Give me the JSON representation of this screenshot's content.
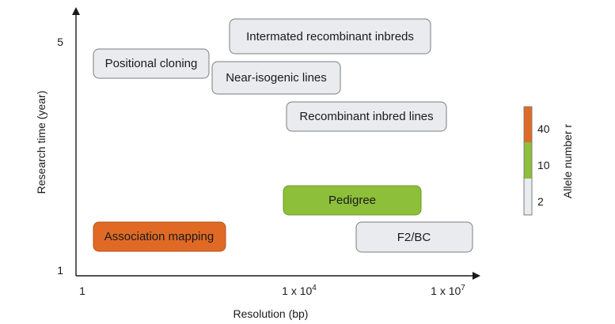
{
  "diagram": {
    "y_axis": {
      "title": "Research time (year)",
      "ticks": [
        {
          "label": "5",
          "value": 5
        },
        {
          "label": "1",
          "value": 1
        }
      ]
    },
    "x_axis": {
      "title": "Resolution (bp)",
      "ticks": [
        {
          "base": "1",
          "exp": "",
          "log10": 0
        },
        {
          "base": "1 x 10",
          "exp": "4",
          "log10": 4
        },
        {
          "base": "1 x 10",
          "exp": "7",
          "log10": 7
        }
      ]
    },
    "boxes": [
      {
        "id": "intermated-recombinant-inbreds",
        "label": "Intermated recombinant inbreds",
        "allele": "2"
      },
      {
        "id": "positional-cloning",
        "label": "Positional cloning",
        "allele": "2"
      },
      {
        "id": "near-isogenic-lines",
        "label": "Near-isogenic lines",
        "allele": "2"
      },
      {
        "id": "recombinant-inbred-lines",
        "label": "Recombinant inbred lines",
        "allele": "2"
      },
      {
        "id": "pedigree",
        "label": "Pedigree",
        "allele": "10"
      },
      {
        "id": "association-mapping",
        "label": "Association mapping",
        "allele": "40"
      },
      {
        "id": "f2-bc",
        "label": "F2/BC",
        "allele": "2"
      }
    ],
    "legend": {
      "title": "Allele number r",
      "entries": [
        {
          "label": "40",
          "color": "#e06a25"
        },
        {
          "label": "10",
          "color": "#8dbf3b"
        },
        {
          "label": "2",
          "color": "#e9ebee"
        }
      ]
    }
  }
}
